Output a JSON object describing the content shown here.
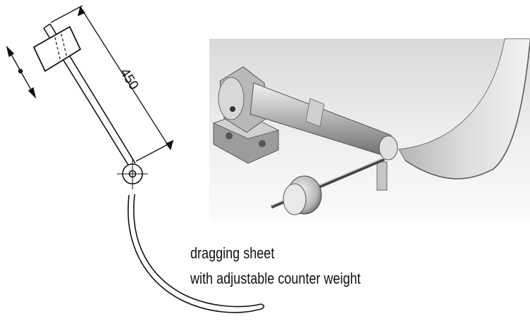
{
  "drawing": {
    "dimension_label": "450"
  },
  "caption": {
    "line1": "dragging sheet",
    "line2": "with adjustable counter weight"
  }
}
